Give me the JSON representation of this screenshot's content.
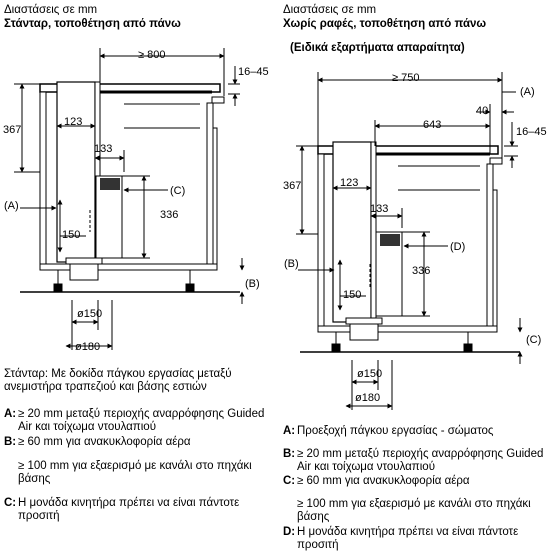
{
  "left": {
    "heading1": "Διαστάσεις σε mm",
    "heading2": "Στάνταρ, τοποθέτηση από πάνω",
    "dims": {
      "width": "≥ 800",
      "thickness": "16–45",
      "height": "367",
      "depth": "123",
      "offset": "133",
      "body_height": "336",
      "gap": "150",
      "pipe_inner": "ø150",
      "pipe_outer": "ø180"
    },
    "labels": {
      "a": "(A)",
      "b": "(B)",
      "c": "(C)"
    },
    "notes": {
      "intro": "Στάνταρ: Με δοκίδα πάγκου εργασίας μεταξύ ανεμιστήρα τραπεζιού και βάσης εστιών",
      "items": [
        {
          "key": "A:",
          "text": "≥ 20 mm μεταξύ περιοχής αναρρόφησης Guided Air και τοίχωμα ντουλαπιού"
        },
        {
          "key": "B:",
          "text": "≥ 60 mm για ανακυκλοφορία αέρα"
        },
        {
          "key": "",
          "text": "≥ 100 mm για εξαερισμό με κανάλι στο πηχάκι βάσης"
        },
        {
          "key": "C:",
          "text": "Η μονάδα κινητήρα πρέπει να είναι πάντοτε προσιτή"
        }
      ]
    }
  },
  "right": {
    "heading1": "Διαστάσεις σε mm",
    "heading2": "Χωρίς ραφές, τοποθέτηση από πάνω",
    "heading3": "(Ειδικά εξαρτήματα απαραίτητα)",
    "dims": {
      "width": "≥ 750",
      "inner": "643",
      "step": "40",
      "thickness": "16–45",
      "height": "367",
      "depth": "123",
      "offset": "133",
      "body_height": "336",
      "gap": "150",
      "pipe_inner": "ø150",
      "pipe_outer": "ø180"
    },
    "labels": {
      "a": "(A)",
      "b": "(B)",
      "c": "(C)",
      "d": "(D)"
    },
    "notes": {
      "items": [
        {
          "key": "A:",
          "text": "Προεξοχή πάγκου εργασίας - σώματος"
        },
        {
          "key": "B:",
          "text": "≥ 20 mm μεταξύ περιοχής αναρρόφησης Guided Air και τοίχωμα ντουλαπιού"
        },
        {
          "key": "C:",
          "text": "≥ 60 mm για ανακυκλοφορία αέρα"
        },
        {
          "key": "",
          "text": "≥ 100 mm για εξαερισμό με κανάλι στο πηχάκι βάσης"
        },
        {
          "key": "D:",
          "text": "Η μονάδα κινητήρα πρέπει να είναι πάντοτε προσιτή"
        }
      ]
    }
  }
}
